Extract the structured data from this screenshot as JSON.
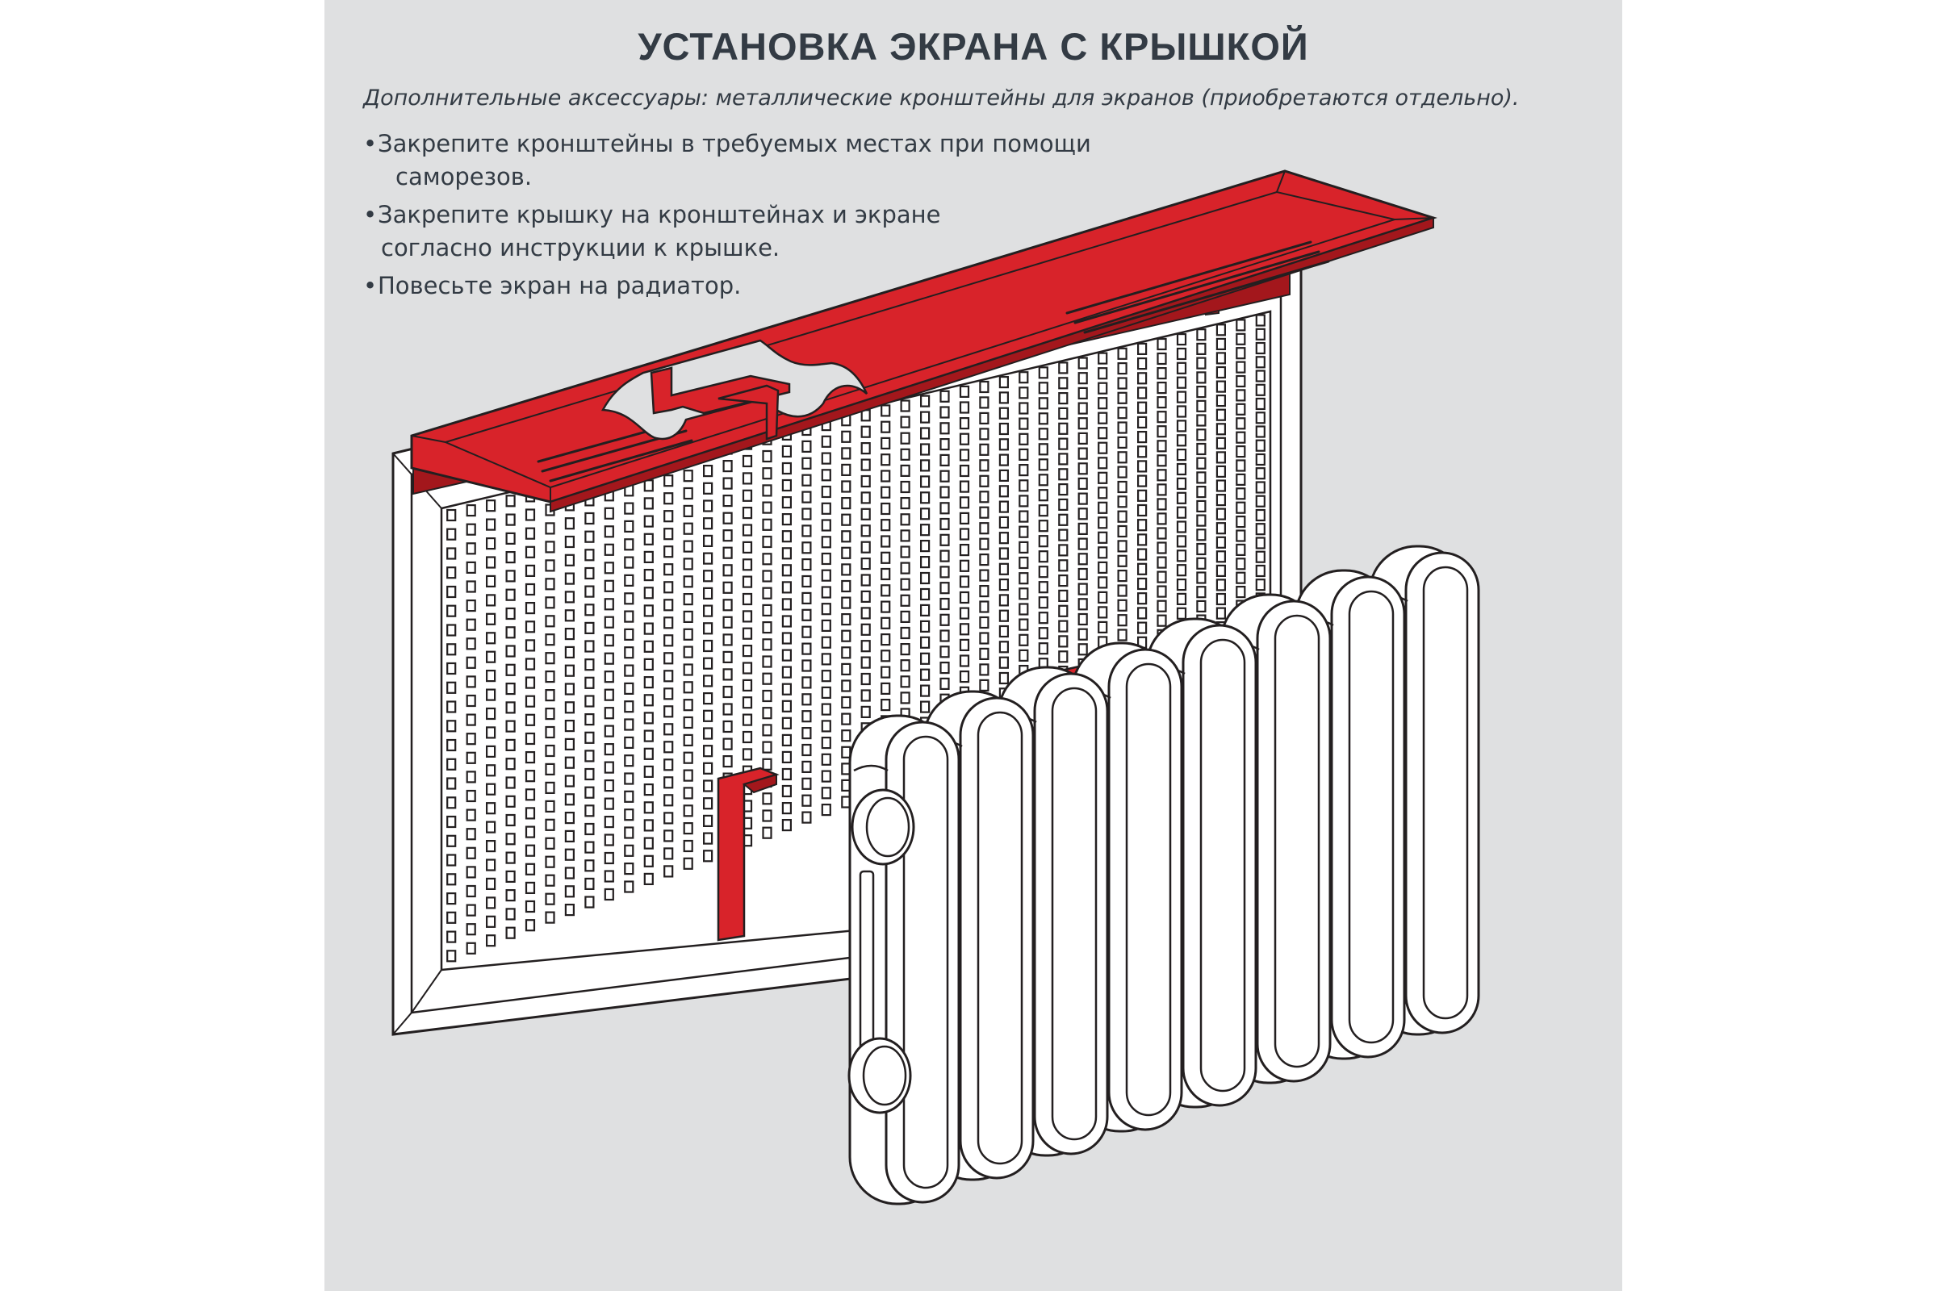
{
  "title": "УСТАНОВКА ЭКРАНА С КРЫШКОЙ",
  "subtitle": "Дополнительные аксессуары: металлические кронштейны для экранов (приобретаются отдельно).",
  "steps": [
    {
      "bullet": "•",
      "line1": "Закрепите кронштейны в требуемых местах при помощи",
      "line2": "саморезов."
    },
    {
      "bullet": "•",
      "line1": "Закрепите крышку на кронштейнах и экране",
      "line2": "согласно инструкции к крышке."
    },
    {
      "bullet": "•",
      "line1": "Повесьте экран на радиатор.",
      "line2": ""
    }
  ],
  "illustration": {
    "radiator_sections": 8,
    "colors": {
      "panel_background": "#dfe0e1",
      "text": "#333b44",
      "accent_red": "#d8232a",
      "accent_red_dark": "#a3171c",
      "outline": "#231f20",
      "fill": "#ffffff"
    },
    "icons": [
      "screen-frame-icon",
      "perforated-panel-icon",
      "cover-lid-icon",
      "metal-bracket-icon",
      "radiator-icon"
    ]
  }
}
